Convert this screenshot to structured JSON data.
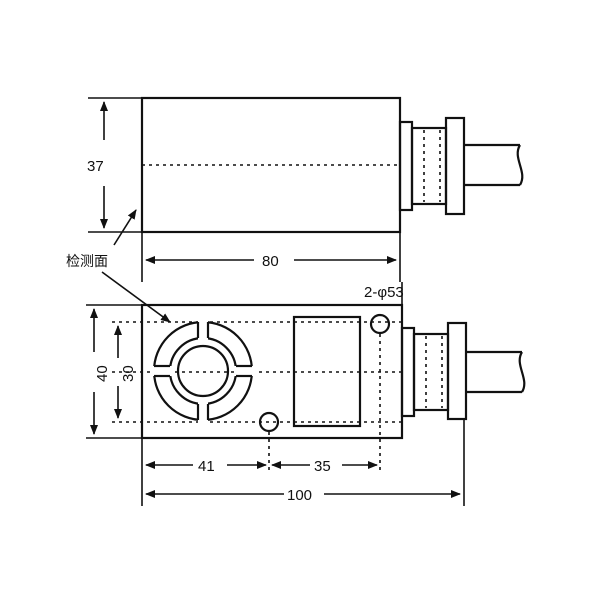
{
  "labels": {
    "sensing_face": "检测面",
    "dim_height_top": "37",
    "dim_length_80": "80",
    "dim_holes": "2-φ53",
    "dim_height_40": "40",
    "dim_height_30": "30",
    "dim_41": "41",
    "dim_35": "35",
    "dim_100": "100"
  },
  "colors": {
    "line": "#111111",
    "background": "#ffffff"
  }
}
